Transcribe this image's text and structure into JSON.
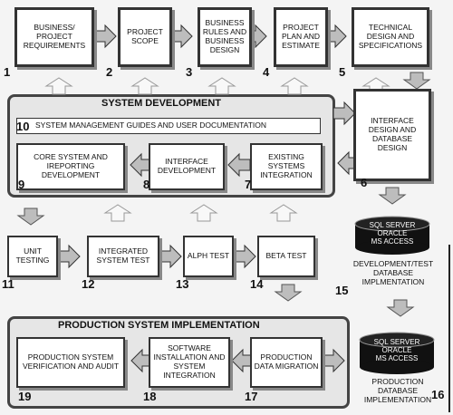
{
  "steps": {
    "s1": {
      "label": "Business/ Project Requirements",
      "num": "1"
    },
    "s2": {
      "label": "Project Scope",
      "num": "2"
    },
    "s3": {
      "label": "Business Rules and Business Design",
      "num": "3"
    },
    "s4": {
      "label": "Project Plan and Estimate",
      "num": "4"
    },
    "s5": {
      "label": "Technical Design and Specifications",
      "num": "5"
    },
    "s6": {
      "label": "Interface Design and Database Design",
      "num": "6"
    },
    "s7": {
      "label": "Existing Systems Integration",
      "num": "7"
    },
    "s8": {
      "label": "Interface Development",
      "num": "8"
    },
    "s9": {
      "label": "Core System and Ireporting Development",
      "num": "9"
    },
    "s10": {
      "label": "System Management Guides and User Documentation",
      "num": "10"
    },
    "s11": {
      "label": "Unit Testing",
      "num": "11"
    },
    "s12": {
      "label": "Integrated System Test",
      "num": "12"
    },
    "s13": {
      "label": "Alph Test",
      "num": "13"
    },
    "s14": {
      "label": "Beta Test",
      "num": "14"
    },
    "s15": {
      "label": "Development/Test Database Implmentation",
      "num": "15"
    },
    "s16": {
      "label": "Production Database Implementation",
      "num": "16"
    },
    "s17": {
      "label": "Production Data Migration",
      "num": "17"
    },
    "s18": {
      "label": "Software Installation and System Integration",
      "num": "18"
    },
    "s19": {
      "label": "Production System Verification and Audit",
      "num": "19"
    }
  },
  "groups": {
    "dev": "System Development",
    "prod": "Production System Implementation"
  },
  "db": {
    "line1": "SQL Server",
    "line2": "Oracle",
    "line3": "MS Access"
  }
}
